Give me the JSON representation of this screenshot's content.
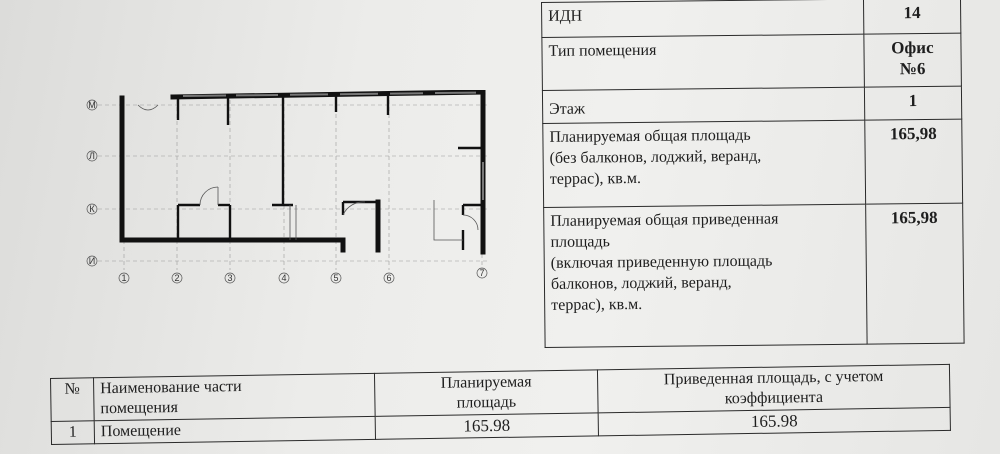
{
  "info_table": [
    {
      "label": "ИДН",
      "value": "14"
    },
    {
      "label": "Тип помещения",
      "value": "Офис\n№6"
    },
    {
      "label": "Этаж",
      "value": "1"
    },
    {
      "label": "Планируемая общая площадь\n(без балконов, лоджий, веранд,\nтеррас), кв.м.",
      "value": "165,98"
    },
    {
      "label": "Планируемая общая приведенная\nплощадь\n(включая приведенную площадь\nбалконов, лоджий, веранд,\nтеррас), кв.м.",
      "value": "165,98"
    }
  ],
  "parts_table": {
    "headers": {
      "num": "№",
      "name": "Наименование части\nпомещения",
      "area": "Планируемая\nплощадь",
      "reduced": "Приведенная площадь, с учетом\nкоэффициента"
    },
    "rows": [
      {
        "num": "1",
        "name": "Помещение",
        "area": "165.98",
        "reduced": "165.98"
      }
    ]
  },
  "plan": {
    "row_axes": [
      "М",
      "Л",
      "К",
      "И"
    ],
    "column_axes": [
      "1",
      "2",
      "3",
      "4",
      "5",
      "6",
      "7"
    ]
  }
}
